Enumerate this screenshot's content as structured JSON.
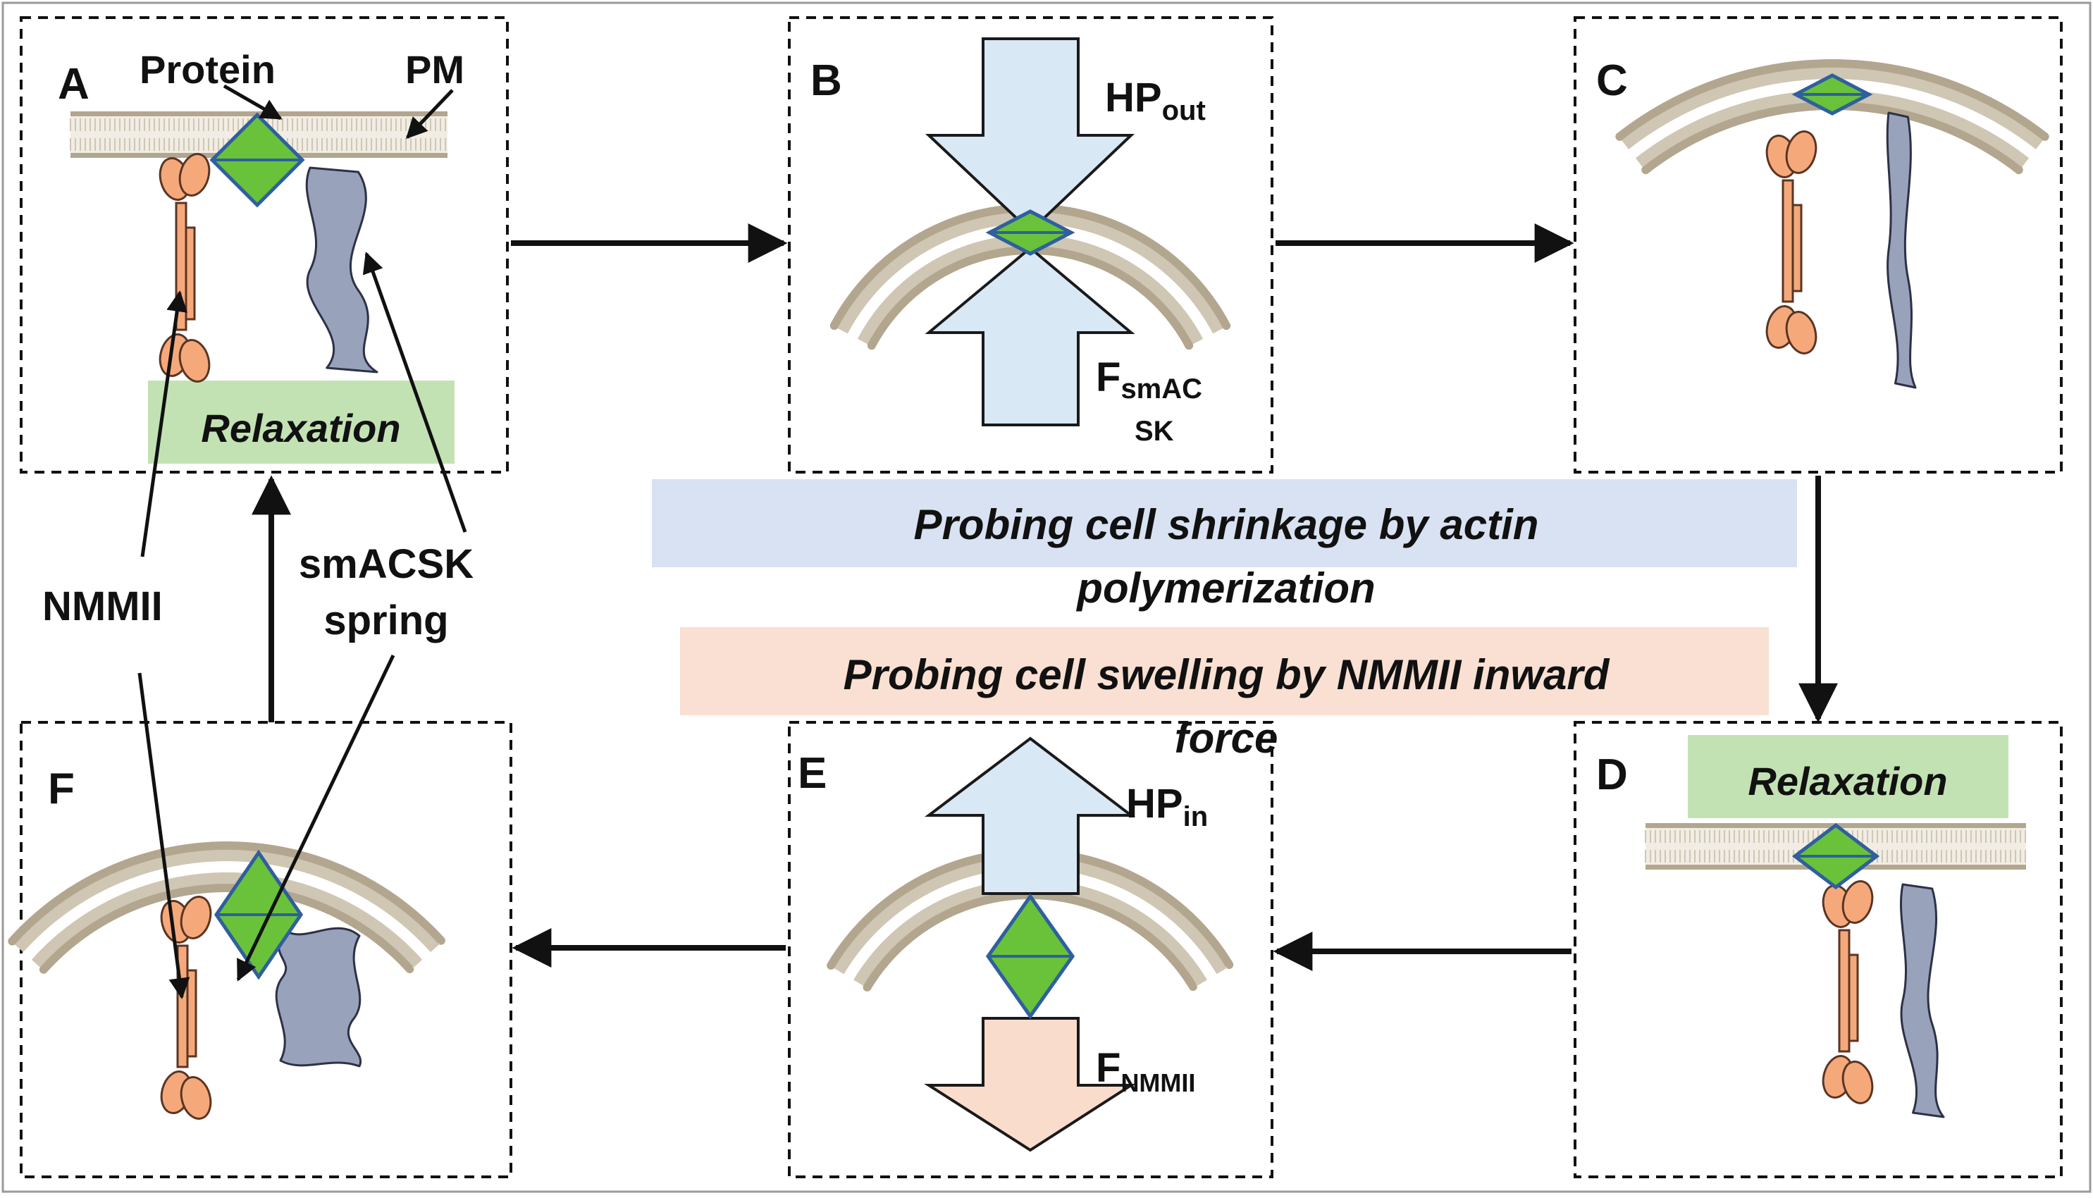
{
  "colors": {
    "membrane_tail": "#cfc6b4",
    "membrane_head": "#b3a68f",
    "protein_fill": "#69c23a",
    "protein_stroke": "#2f5f9e",
    "myosin_fill": "#f5a97b",
    "myosin_stroke": "#5a3523",
    "actin_fill": "#98a2bb",
    "actin_stroke": "#2c3146",
    "blue_arrow_fill": "#d9e8f5",
    "pink_arrow_fill": "#f9dccb",
    "relaxation_bg": "#c3e2b4",
    "shrinkage_bg": "#d9e2f2",
    "swelling_bg": "#f9e0d2"
  },
  "panels": {
    "a": {
      "letter": "A",
      "protein": "Protein",
      "pm": "PM",
      "relaxation": "Relaxation"
    },
    "b": {
      "letter": "B",
      "hp_base": "HP",
      "hp_sub": "out",
      "f_base": "F",
      "f_sub1": "smAC",
      "f_sub2": "SK"
    },
    "c": {
      "letter": "C"
    },
    "d": {
      "letter": "D",
      "relaxation": "Relaxation"
    },
    "e": {
      "letter": "E",
      "hp_base": "HP",
      "hp_sub": "in",
      "f_base": "F",
      "f_sub": "NMMII"
    },
    "f": {
      "letter": "F"
    }
  },
  "labels": {
    "nmmii": "NMMII",
    "smacsk_line1": "smACSK",
    "smacsk_line2": "spring"
  },
  "banners": {
    "shrinkage_line1": "Probing cell shrinkage by actin",
    "shrinkage_line2": "polymerization",
    "swelling_line1": "Probing cell swelling by NMMII inward",
    "swelling_line2": "force"
  }
}
